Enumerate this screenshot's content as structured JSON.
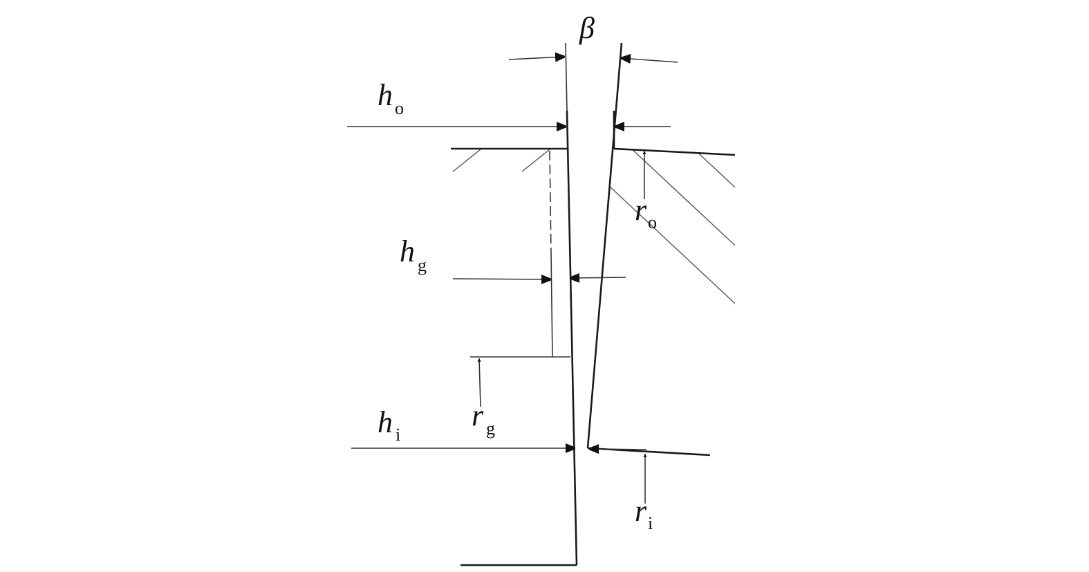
{
  "labels": {
    "beta": "β",
    "h_o": {
      "main": "h",
      "sub": "o"
    },
    "h_g": {
      "main": "h",
      "sub": "g"
    },
    "h_i": {
      "main": "h",
      "sub": "i"
    },
    "r_o": {
      "main": "r",
      "sub": "o"
    },
    "r_g": {
      "main": "r",
      "sub": "g"
    },
    "r_i": {
      "main": "r",
      "sub": "i"
    }
  }
}
